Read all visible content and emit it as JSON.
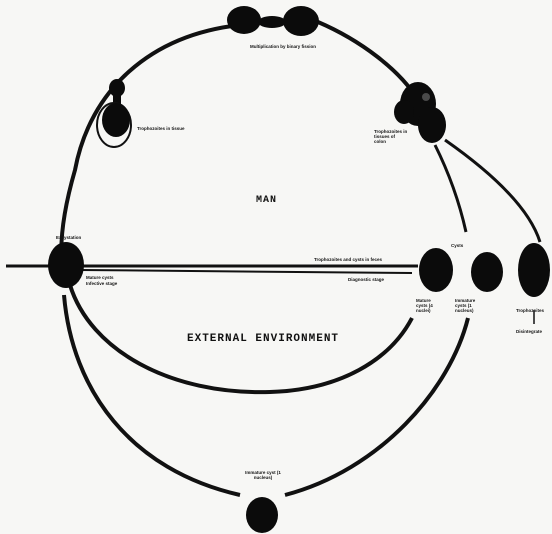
{
  "regions": {
    "inner": "MAN",
    "outer": "EXTERNAL ENVIRONMENT"
  },
  "labels": {
    "top": "Multiplication by binary fission",
    "upper_left": "Trophozoites in tissue",
    "upper_right": "Trophozoites in tissues of colon",
    "left": "Excystation",
    "left_lower_1": "Mature cysts",
    "left_lower_2": "Infective stage",
    "mid_line_1": "Trophozoites and cysts in feces",
    "mid_line_2": "Diagnostic stage",
    "cyst_a": "Mature cysts (4 nuclei)",
    "cyst_b": "Immature cysts (1 nucleus)",
    "cyst_b_top": "Cysts",
    "cyst_c": "Trophozoites",
    "cyst_c_below": "Disintegrate",
    "bottom": "Immature cyst (1 nucleus)"
  }
}
